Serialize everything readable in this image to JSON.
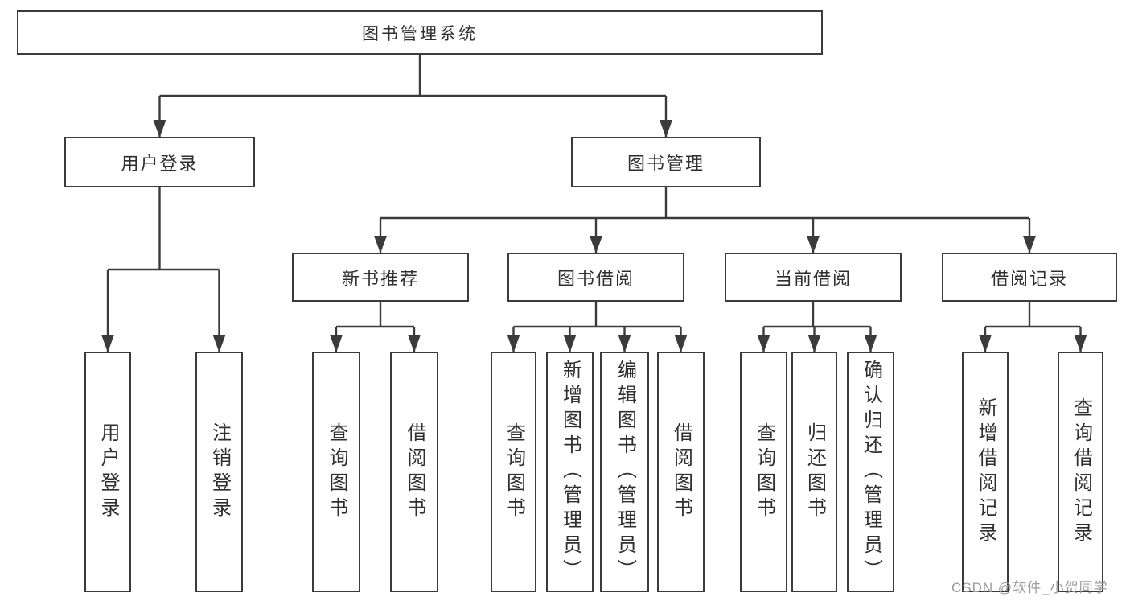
{
  "title": {
    "label": "图书管理系统"
  },
  "tree": {
    "user_login": {
      "label": "用户登录",
      "children": {
        "login": {
          "label": "用户登录"
        },
        "logout": {
          "label": "注销登录"
        }
      }
    },
    "book_management": {
      "label": "图书管理",
      "children": {
        "new_book_recommend": {
          "label": "新书推荐",
          "children": {
            "query_books": {
              "label": "查询图书"
            },
            "borrow_books": {
              "label": "借阅图书"
            }
          }
        },
        "book_borrow": {
          "label": "图书借阅",
          "children": {
            "query_books": {
              "label": "查询图书"
            },
            "add_books_admin": {
              "label": "新增图书（管理员）"
            },
            "edit_books_admin": {
              "label": "编辑图书（管理员）"
            },
            "borrow_books": {
              "label": "借阅图书"
            }
          }
        },
        "current_borrow": {
          "label": "当前借阅",
          "children": {
            "query_books": {
              "label": "查询图书"
            },
            "return_books": {
              "label": "归还图书"
            },
            "confirm_return_admin": {
              "label": "确认归还（管理员）"
            }
          }
        },
        "borrow_records": {
          "label": "借阅记录",
          "children": {
            "add_borrow_record": {
              "label": "新增借阅记录"
            },
            "query_borrow_record": {
              "label": "查询借阅记录"
            }
          }
        }
      }
    }
  },
  "watermark": {
    "text": "CSDN @软件_小贺同学"
  },
  "colors": {
    "line": "#3b3b3b",
    "text": "#2f2f2f",
    "box_background": "#ffffff",
    "watermark": "#9c9c9c",
    "page_background": "#ffffff"
  }
}
